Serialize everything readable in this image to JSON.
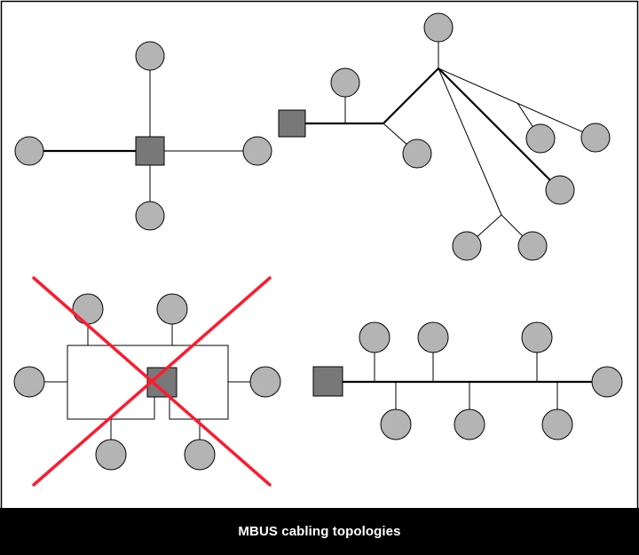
{
  "caption": "MBUS cabling topologies",
  "colors": {
    "background": "#ffffff",
    "border": "#000000",
    "caption_bar": "#000000",
    "caption_text": "#ffffff",
    "device_fill": "#b4b4b4",
    "master_fill": "#787878",
    "line": "#000000",
    "cross_out": "#ff1a2e"
  },
  "topologies": [
    {
      "id": "star",
      "master": "square",
      "device_count": 4
    },
    {
      "id": "tree",
      "master": "square",
      "device_count": 8
    },
    {
      "id": "loop",
      "master": "square",
      "device_count": 6,
      "crossed_out": true
    },
    {
      "id": "bus",
      "master": "square",
      "device_count": 7
    }
  ]
}
